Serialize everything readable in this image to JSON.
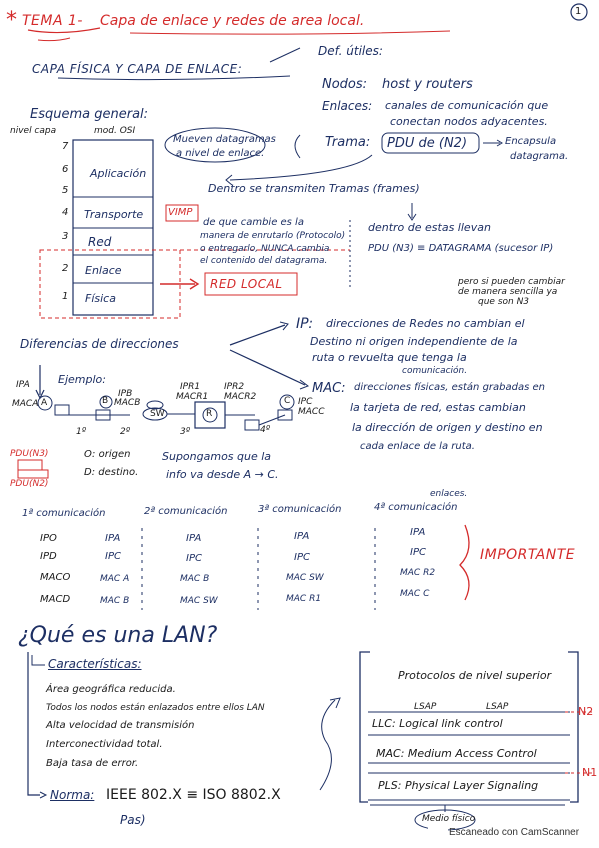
{
  "header": {
    "topic_marker": "*",
    "topic": "TEMA 1-",
    "topic_title": "Capa de enlace y redes de area local.",
    "page_number": "1"
  },
  "section1": {
    "title": "CAPA FÍSICA Y CAPA DE ENLACE:",
    "defs": {
      "title": "Def. útiles:",
      "nodos_label": "Nodos:",
      "nodos_text": "host y routers",
      "enlaces_label": "Enlaces:",
      "enlaces_text_1": "canales de comunicación que",
      "enlaces_text_2": "conectan nodos adyacentes."
    },
    "esquema": {
      "title": "Esquema general:",
      "col_nivel": "nivel capa",
      "col_model": "mod. OSI",
      "layers": [
        {
          "num": "7",
          "name": ""
        },
        {
          "num": "6",
          "name": "Aplicación"
        },
        {
          "num": "5",
          "name": ""
        },
        {
          "num": "4",
          "name": "Transporte"
        },
        {
          "num": "3",
          "name": "Red"
        },
        {
          "num": "2",
          "name": "Enlace"
        },
        {
          "num": "1",
          "name": "Física"
        }
      ]
    },
    "mueven": {
      "line1": "Mueven datagramas",
      "line2": "a nivel de enlace."
    },
    "trama": {
      "label": "Trama:",
      "pdu": "PDU de (N2)",
      "arrow_note_1": "Encapsula",
      "arrow_note_2": "datagrama."
    },
    "dentro": "Dentro se transmiten Tramas (frames)",
    "vimp": "VIMP",
    "note_1": "de que cambie es la",
    "note_2": "manera de enrutarlo (Protocolo)",
    "note_3": "o entregarlo, NUNCA cambia",
    "note_4": "el contenido del datagrama.",
    "dentro_llevan_1": "dentro de estas llevan",
    "dentro_llevan_2": "PDU (N3) ≡ DATAGRAMA (sucesor IP)",
    "red_local": "RED LOCAL",
    "side_note_1": "pero si pueden cambiar",
    "side_note_2": "de manera sencilla ya",
    "side_note_3": "que son N3"
  },
  "direcciones": {
    "title": "Diferencias de direcciones",
    "ip_label": "IP:",
    "ip_text_1": "direcciones de Redes no cambian el",
    "ip_text_2": "Destino ni origen independiente de la",
    "ip_text_3": "ruta o revuelta que tenga la",
    "ip_text_4": "comunicación.",
    "mac_label": "MAC:",
    "mac_text_1": "direcciones físicas, están grabadas en",
    "mac_text_2": "la tarjeta de red, estas cambian",
    "mac_text_3": "la dirección de origen y destino en",
    "mac_text_4": "cada enlace de la ruta.",
    "ejemplo": "Ejemplo:",
    "nodes": {
      "a_ip": "IPA",
      "a_mac": "MACA",
      "a_letter": "A",
      "b_ip": "IPB",
      "b_mac": "MACB",
      "b_letter": "B",
      "sw": "SW",
      "r_ip1": "IPR1",
      "r_mac1": "MACR1",
      "r_ip2": "IPR2",
      "r_mac2": "MACR2",
      "r_letter": "R",
      "c_ip": "IPC",
      "c_mac": "MACC",
      "c_letter": "C"
    },
    "hops": [
      "1º",
      "2º",
      "3º",
      "4º"
    ],
    "pdu_n3": "PDU(N3)",
    "pdu_n2": "PDU(N2)",
    "origen": "O: origen",
    "destino": "D: destino.",
    "suponemos_1": "Supongamos que la",
    "suponemos_2": "info va desde A → C."
  },
  "comunicacion": {
    "enlaces_note": "enlaces.",
    "headers": [
      "1ª comunicación",
      "2ª comunicación",
      "3ª comunicación",
      "4ª comunicación"
    ],
    "row_labels": [
      "IPO",
      "IPD",
      "MACO",
      "MACD"
    ],
    "cols": [
      [
        "IPA",
        "IPC",
        "MAC A",
        "MAC B"
      ],
      [
        "IPA",
        "IPC",
        "MAC B",
        "MAC SW"
      ],
      [
        "IPA",
        "IPC",
        "MAC SW",
        "MAC R1"
      ],
      [
        "IPA",
        "IPC",
        "MAC R2",
        "MAC C"
      ]
    ],
    "importante": "IMPORTANTE"
  },
  "lan": {
    "title": "¿Qué es una LAN?",
    "caracteristicas": "Características:",
    "items": [
      "Área geográfica reducida.",
      "Todos los nodos están enlazados entre ellos LAN",
      "Alta velocidad de transmisión",
      "Interconectividad total.",
      "Baja tasa de error."
    ],
    "norma_label": "Norma:",
    "norma_text": "IEEE 802.X ≡ ISO 8802.X",
    "stack": {
      "protocolos": "Protocolos de nivel superior",
      "lsap1": "LSAP",
      "lsap2": "LSAP",
      "llc": "LLC: Logical link control",
      "mac": "MAC: Medium Access Control",
      "pls": "PLS: Physical Layer Signaling",
      "medio": "Medio físico",
      "n2": "N2",
      "n1": "N1"
    },
    "cut_text": "Pas)"
  },
  "footer": {
    "scanner": "Escaneado con CamScanner"
  }
}
